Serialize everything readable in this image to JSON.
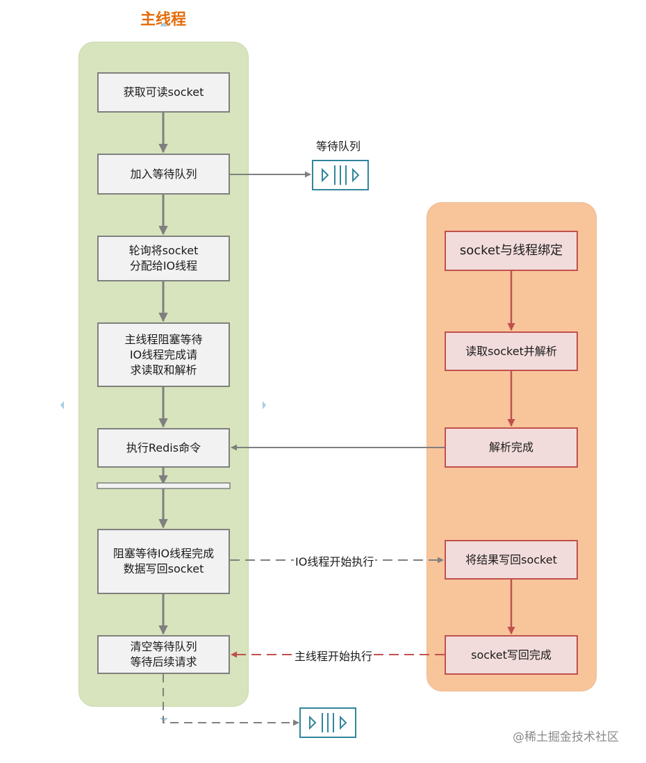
{
  "title": "主线程",
  "queue_label": "等待队列",
  "main_steps": [
    "获取可读socket",
    "加入等待队列",
    "轮询将socket\n分配给IO线程",
    "主线程阻塞等待\nIO线程完成请\n求读取和解析",
    "执行Redis命令",
    "阻塞等待IO线程完成\n数据写回socket",
    "清空等待队列\n等待后续请求"
  ],
  "io_steps": [
    "socket与线程绑定",
    "读取socket并解析",
    "解析完成",
    "将结果写回socket",
    "socket写回完成"
  ],
  "edge_labels": {
    "io_start": "IO线程开始执行",
    "main_start": "主线程开始执行"
  },
  "watermark": "@稀土掘金技术社区",
  "colors": {
    "main_lane": "#d7e4bd",
    "io_lane": "#f8c59b",
    "gray_arrow": "#7f7f7f",
    "red_arrow": "#c0504d",
    "title": "#e46c0a",
    "queue": "#31859c"
  }
}
